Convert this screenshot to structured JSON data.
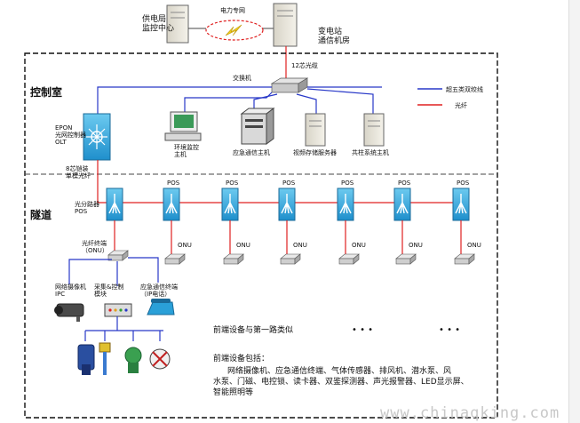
{
  "nodes": {
    "power_bureau": "供电局\n监控中心",
    "power_net": "电力专网",
    "substation": "变电站\n通信机房",
    "fiber12": "12芯光缆",
    "switch": "交换机",
    "olt": "EPON\n光网控制器\nOLT",
    "env_host": "环境监控\n主机",
    "emergency_host": "应急通信主机",
    "video_server": "视频存储服务器",
    "column_host": "共柱系统主机",
    "fiber_armored": "8芯铠装\n单模光纤",
    "splitter": "光分路器\nPOS",
    "pos": "POS",
    "onu": "ONU",
    "fiber_terminal": "光纤终端\n（ONU）",
    "ip_camera": "网络摄像机\nIPC",
    "acq_module": "采集&控制\n模块",
    "emergency_terminal": "应急通信终端\n（IP电话）",
    "similar_note": "前端设备与第一路类似",
    "dots": "• • •",
    "front_title": "前端设备包括：",
    "front_line1": "网络摄像机、应急通信终端、气体传感器、排风机、潜水泵、风",
    "front_line2": "水泵、门磁、电控锁、读卡器、双鉴探测器、声光报警器、LED显示屏、",
    "front_line3": "智能照明等"
  },
  "sections": {
    "control_room": "控制室",
    "tunnel": "隧道"
  },
  "legend": [
    {
      "label": "超五类双绞线",
      "color": "#2838c8"
    },
    {
      "label": "光纤",
      "color": "#e02020"
    }
  ],
  "watermark": "www.chinaqking.com",
  "colors": {
    "twisted_pair": "#2838c8",
    "fiber": "#e02020",
    "device_blue": "#2aa0d8"
  }
}
